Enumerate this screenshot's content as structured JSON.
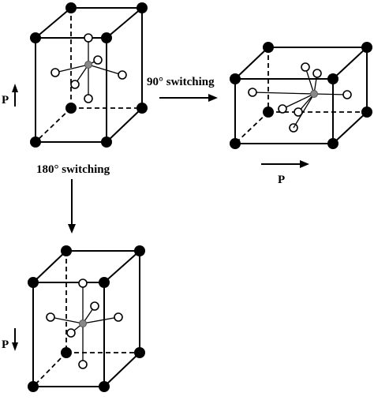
{
  "labels": {
    "switch_90": "90° switching",
    "switch_180": "180° switching",
    "p_top": "P",
    "p_right": "P",
    "p_bottom": "P"
  },
  "cells": [
    {
      "id": "cell-original",
      "polarization": "up"
    },
    {
      "id": "cell-90",
      "polarization": "right"
    },
    {
      "id": "cell-180",
      "polarization": "down"
    }
  ],
  "colors": {
    "atoms": "#000000",
    "center_atom": "#888888",
    "oxygen_fill": "#ffffff"
  }
}
